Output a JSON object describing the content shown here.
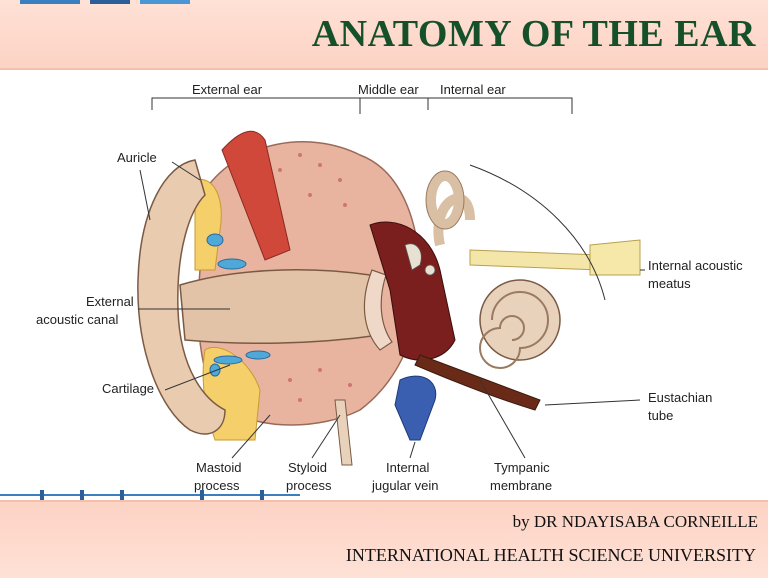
{
  "title": "ANATOMY OF THE EAR",
  "regions": {
    "external": "External ear",
    "middle": "Middle ear",
    "internal": "Internal ear"
  },
  "labels": {
    "auricle": "Auricle",
    "external_canal_1": "External",
    "external_canal_2": "acoustic canal",
    "cartilage": "Cartilage",
    "mastoid_1": "Mastoid",
    "mastoid_2": "process",
    "styloid_1": "Styloid",
    "styloid_2": "process",
    "jugular_1": "Internal",
    "jugular_2": "jugular vein",
    "tympanic_1": "Tympanic",
    "tympanic_2": "membrane",
    "eustachian_1": "Eustachian",
    "eustachian_2": "tube",
    "internal_meatus_1": "Internal acoustic",
    "internal_meatus_2": "meatus"
  },
  "footer": {
    "author": "by DR NDAYISABA CORNEILLE",
    "institution": "INTERNATIONAL HEALTH SCIENCE UNIVERSITY"
  },
  "colors": {
    "title_text": "#16502a",
    "banner_bg": "#fcd3c4",
    "bone": "#e9d7c2",
    "cartilage_blue": "#4fa9d8",
    "muscle_red": "#c73a2f",
    "vein_blue": "#3a5fb0"
  }
}
